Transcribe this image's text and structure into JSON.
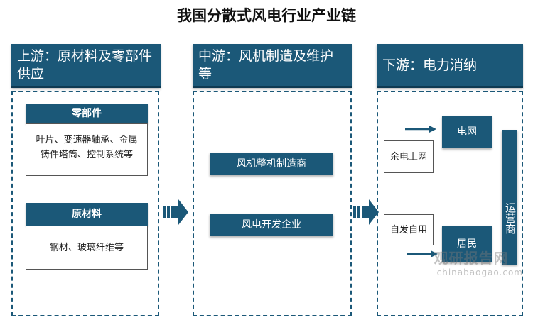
{
  "title": "我国分散式风电行业产业链",
  "upstream": {
    "header": "上游：原材料及零部件供应",
    "parts": {
      "title": "零部件",
      "body": "叶片、变速器轴承、金属铸件塔筒、控制系统等"
    },
    "materials": {
      "title": "原材料",
      "body": "钢材、玻璃纤维等"
    }
  },
  "midstream": {
    "header": "中游：风机制造及维护等",
    "items": [
      "风机整机制造商",
      "风电开发企业"
    ]
  },
  "downstream": {
    "header": "下游：电力消纳",
    "grid": "电网",
    "surplus": "余电上网",
    "self_use": "自发自用",
    "residents": "居民",
    "operator": "运营商"
  },
  "watermark": {
    "cn": "观研报告网",
    "en": "chinabaogao.com"
  },
  "colors": {
    "primary": "#1b5878",
    "dark": "#0e3a52"
  }
}
